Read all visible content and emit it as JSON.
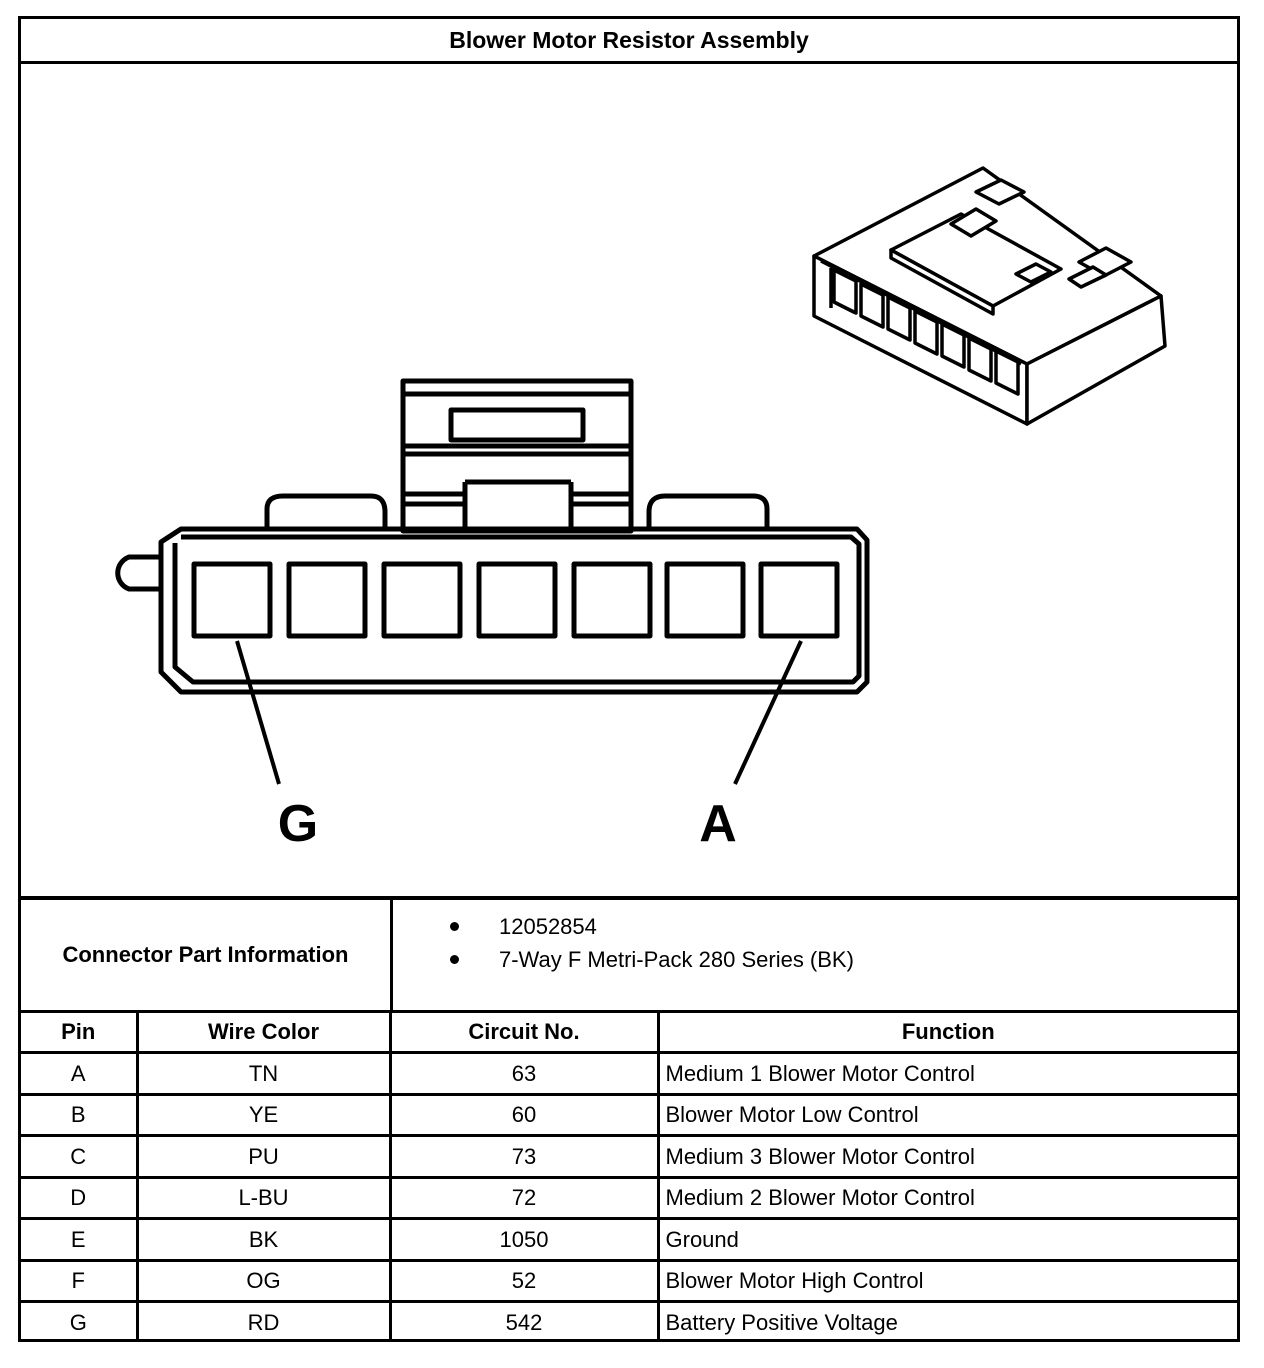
{
  "title": "Blower Motor Resistor Assembly",
  "diagram": {
    "callouts": [
      "G",
      "A"
    ],
    "cavity_count": 7
  },
  "connector_info": {
    "label": "Connector Part Information",
    "items": [
      "12052854",
      "7-Way F Metri-Pack 280 Series (BK)"
    ]
  },
  "table": {
    "headers": [
      "Pin",
      "Wire Color",
      "Circuit No.",
      "Function"
    ],
    "rows": [
      [
        "A",
        "TN",
        "63",
        "Medium 1 Blower Motor Control"
      ],
      [
        "B",
        "YE",
        "60",
        "Blower Motor Low Control"
      ],
      [
        "C",
        "PU",
        "73",
        "Medium 3 Blower Motor Control"
      ],
      [
        "D",
        "L-BU",
        "72",
        "Medium 2 Blower Motor Control"
      ],
      [
        "E",
        "BK",
        "1050",
        "Ground"
      ],
      [
        "F",
        "OG",
        "52",
        "Blower Motor High Control"
      ],
      [
        "G",
        "RD",
        "542",
        "Battery Positive Voltage"
      ]
    ]
  }
}
